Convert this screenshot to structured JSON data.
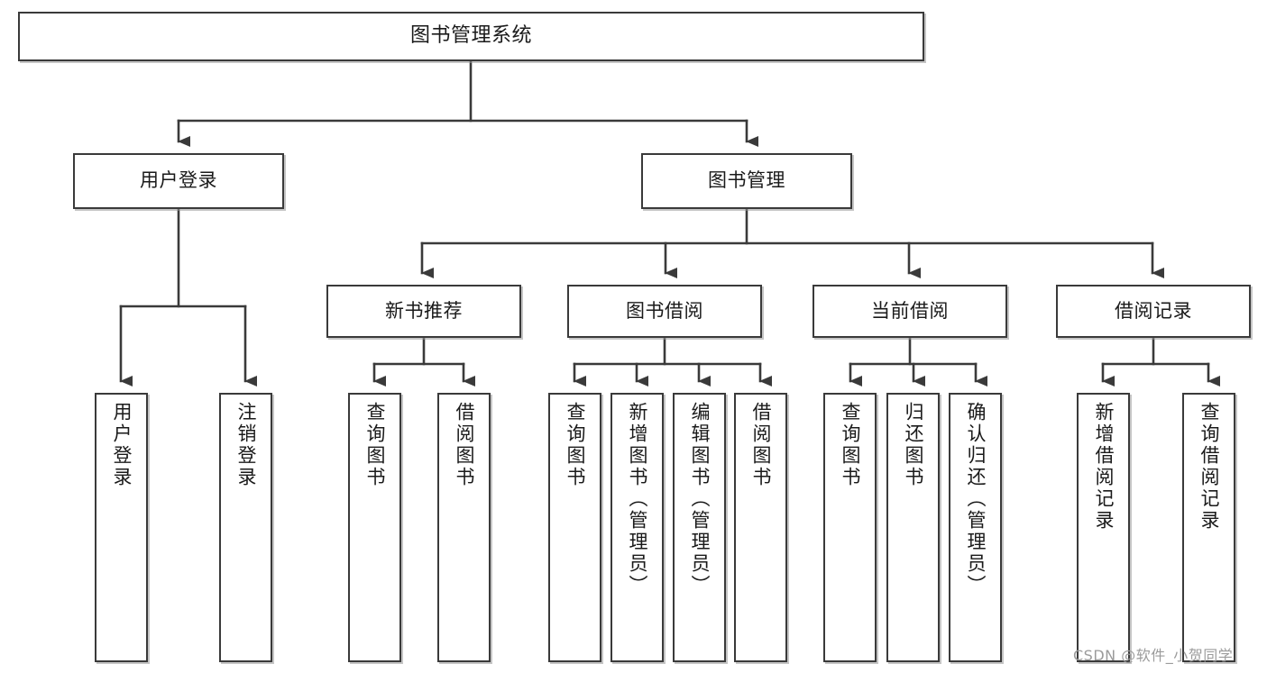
{
  "diagram": {
    "title": "图书管理系统",
    "type": "tree-hierarchy",
    "root": {
      "id": "root",
      "label": "图书管理系统"
    },
    "level2": [
      {
        "id": "user-login",
        "label": "用户登录"
      },
      {
        "id": "book-manage",
        "label": "图书管理"
      }
    ],
    "level3": [
      {
        "id": "new-book-rec",
        "label": "新书推荐",
        "parent": "book-manage"
      },
      {
        "id": "book-borrow",
        "label": "图书借阅",
        "parent": "book-manage"
      },
      {
        "id": "current-borrow",
        "label": "当前借阅",
        "parent": "book-manage"
      },
      {
        "id": "borrow-record",
        "label": "借阅记录",
        "parent": "book-manage"
      }
    ],
    "leaves": {
      "user_login": [
        {
          "id": "leaf-user-login",
          "label": "用户登录"
        },
        {
          "id": "leaf-logout",
          "label": "注销登录"
        }
      ],
      "new_book_rec": [
        {
          "id": "leaf-query-book-1",
          "label": "查询图书"
        },
        {
          "id": "leaf-borrow-book-1",
          "label": "借阅图书"
        }
      ],
      "book_borrow": [
        {
          "id": "leaf-query-book-2",
          "label": "查询图书"
        },
        {
          "id": "leaf-add-book",
          "label": "新增图书（管理员）"
        },
        {
          "id": "leaf-edit-book",
          "label": "编辑图书（管理员）"
        },
        {
          "id": "leaf-borrow-book-2",
          "label": "借阅图书"
        }
      ],
      "current_borrow": [
        {
          "id": "leaf-query-book-3",
          "label": "查询图书"
        },
        {
          "id": "leaf-return-book",
          "label": "归还图书"
        },
        {
          "id": "leaf-confirm-return",
          "label": "确认归还（管理员）"
        }
      ],
      "borrow_record": [
        {
          "id": "leaf-add-record",
          "label": "新增借阅记录"
        },
        {
          "id": "leaf-query-record",
          "label": "查询借阅记录"
        }
      ]
    }
  },
  "watermark": {
    "text": "CSDN @软件_小贺同学"
  },
  "colors": {
    "stroke": "#3a3a3a",
    "box_fill": "#ffffff",
    "text": "#1a1a1a",
    "watermark": "#9b9b9b",
    "background": "#ffffff"
  }
}
